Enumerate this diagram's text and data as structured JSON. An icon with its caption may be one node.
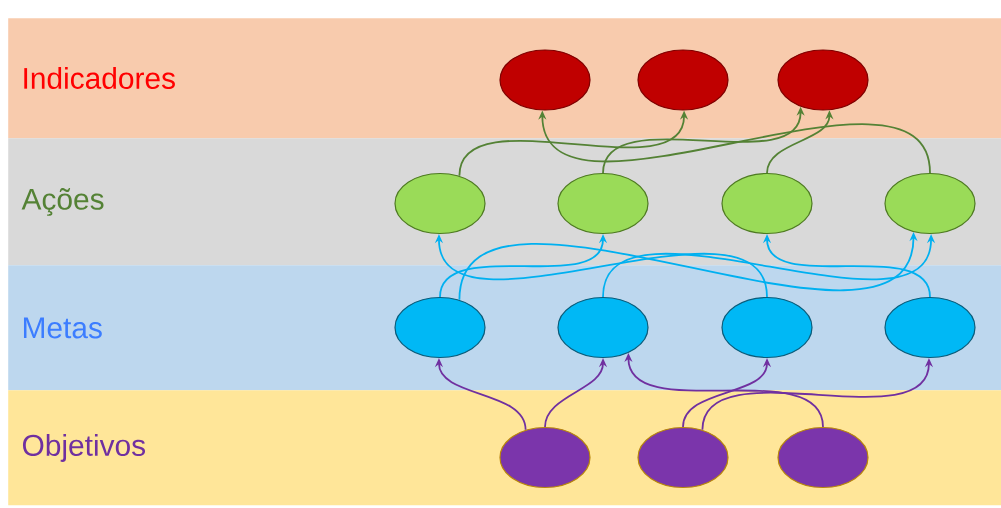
{
  "diagram": {
    "nodes": [
      {
        "text": [
          "Indicadores"
        ]
      },
      {
        "text": [],
        "shape": "ellipse",
        "in": 0
      },
      {
        "text": [],
        "shape": "ellipse",
        "in": 0
      },
      {
        "text": [],
        "shape": "ellipse",
        "in": 0
      },
      {
        "text": [
          "Ações"
        ]
      },
      {
        "text": [],
        "shape": "ellipse",
        "in": 4
      },
      {
        "text": [],
        "shape": "ellipse",
        "in": 4
      },
      {
        "text": [],
        "shape": "ellipse",
        "in": 4
      },
      {
        "text": [],
        "shape": "ellipse",
        "in": 4
      },
      {
        "text": [
          "Metas"
        ]
      },
      {
        "text": [],
        "shape": "ellipse",
        "in": 9
      },
      {
        "text": [],
        "shape": "ellipse",
        "in": 9
      },
      {
        "text": [],
        "shape": "ellipse",
        "in": 9
      },
      {
        "text": [],
        "shape": "ellipse",
        "in": 9
      },
      {
        "text": [
          "Objetivos"
        ]
      },
      {
        "text": [],
        "shape": "ellipse",
        "in": 14
      },
      {
        "text": [],
        "shape": "ellipse",
        "in": 14
      },
      {
        "text": [],
        "shape": "ellipse",
        "in": 14
      }
    ],
    "edges": [
      {
        "from": 5,
        "to": 2,
        "arrow": "to",
        "color": "#548235"
      },
      {
        "from": 6,
        "to": 3,
        "arrow": "to",
        "color": "#548235"
      },
      {
        "from": 7,
        "to": 3,
        "arrow": "to",
        "color": "#548235"
      },
      {
        "from": 8,
        "to": 1,
        "arrow": "to",
        "color": "#548235"
      },
      {
        "from": 10,
        "to": 6,
        "arrow": "to",
        "color": "#00b0f0"
      },
      {
        "from": 10,
        "to": 8,
        "arrow": "to",
        "color": "#00b0f0"
      },
      {
        "from": 11,
        "to": 8,
        "arrow": "to",
        "color": "#00b0f0"
      },
      {
        "from": 12,
        "to": 5,
        "arrow": "to",
        "color": "#00b0f0"
      },
      {
        "from": 13,
        "to": 7,
        "arrow": "to",
        "color": "#00b0f0"
      },
      {
        "from": 15,
        "to": 10,
        "arrow": "to",
        "color": "#7030a0"
      },
      {
        "from": 15,
        "to": 11,
        "arrow": "to",
        "color": "#7030a0"
      },
      {
        "from": 16,
        "to": 12,
        "arrow": "to",
        "color": "#7030a0"
      },
      {
        "from": 16,
        "to": 13,
        "arrow": "to",
        "color": "#7030a0"
      },
      {
        "from": 17,
        "to": 11,
        "arrow": "to",
        "color": "#7030a0"
      }
    ]
  }
}
